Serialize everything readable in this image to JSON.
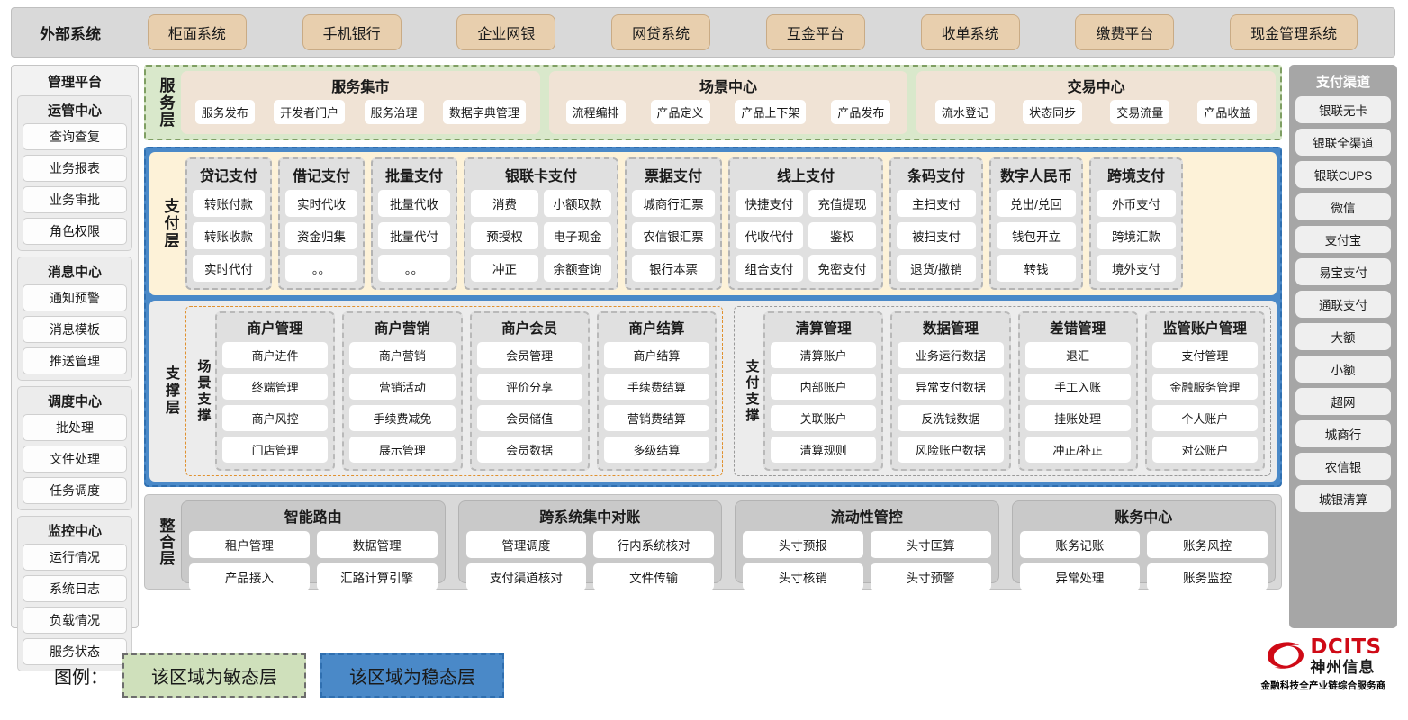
{
  "external": {
    "title": "外部系统",
    "items": [
      "柜面系统",
      "手机银行",
      "企业网银",
      "网贷系统",
      "互金平台",
      "收单系统",
      "缴费平台",
      "现金管理系统"
    ]
  },
  "management": {
    "title": "管理平台",
    "groups": [
      {
        "title": "运管中心",
        "items": [
          "查询查复",
          "业务报表",
          "业务审批",
          "角色权限"
        ]
      },
      {
        "title": "消息中心",
        "items": [
          "通知预警",
          "消息模板",
          "推送管理"
        ]
      },
      {
        "title": "调度中心",
        "items": [
          "批处理",
          "文件处理",
          "任务调度"
        ]
      },
      {
        "title": "监控中心",
        "items": [
          "运行情况",
          "系统日志",
          "负载情况",
          "服务状态"
        ]
      }
    ]
  },
  "service_layer": {
    "tag": "服务层",
    "groups": [
      {
        "title": "服务集市",
        "chips": [
          "服务发布",
          "开发者门户",
          "服务治理",
          "数据字典管理"
        ]
      },
      {
        "title": "场景中心",
        "chips": [
          "流程编排",
          "产品定义",
          "产品上下架",
          "产品发布"
        ]
      },
      {
        "title": "交易中心",
        "chips": [
          "流水登记",
          "状态同步",
          "交易流量",
          "产品收益"
        ]
      }
    ]
  },
  "payment_layer": {
    "tag": "支付层",
    "groups": [
      {
        "key": "credit",
        "title": "贷记支付",
        "cols": 1,
        "cells": [
          "转账付款",
          "转账收款",
          "实时代付"
        ]
      },
      {
        "key": "debit",
        "title": "借记支付",
        "cols": 1,
        "cells": [
          "实时代收",
          "资金归集",
          "。。"
        ]
      },
      {
        "key": "batch",
        "title": "批量支付",
        "cols": 1,
        "cells": [
          "批量代收",
          "批量代付",
          "。。"
        ]
      },
      {
        "key": "unionpay",
        "title": "银联卡支付",
        "cols": 2,
        "cells": [
          "消费",
          "小额取款",
          "预授权",
          "电子现金",
          "冲正",
          "余额查询"
        ]
      },
      {
        "key": "bill",
        "title": "票据支付",
        "cols": 1,
        "cells": [
          "城商行汇票",
          "农信银汇票",
          "银行本票"
        ]
      },
      {
        "key": "online",
        "title": "线上支付",
        "cols": 2,
        "cells": [
          "快捷支付",
          "充值提现",
          "代收代付",
          "鉴权",
          "组合支付",
          "免密支付"
        ]
      },
      {
        "key": "barcode",
        "title": "条码支付",
        "cols": 1,
        "cells": [
          "主扫支付",
          "被扫支付",
          "退货/撤销"
        ]
      },
      {
        "key": "dcep",
        "title": "数字人民币",
        "cols": 1,
        "cells": [
          "兑出/兑回",
          "钱包开立",
          "转钱"
        ]
      },
      {
        "key": "cross",
        "title": "跨境支付",
        "cols": 1,
        "cells": [
          "外币支付",
          "跨境汇款",
          "境外支付"
        ]
      }
    ]
  },
  "support_layer": {
    "tag": "支撑层",
    "scene": {
      "tag": "场景支撑",
      "cols": [
        {
          "title": "商户管理",
          "cells": [
            "商户进件",
            "终端管理",
            "商户风控",
            "门店管理"
          ]
        },
        {
          "title": "商户营销",
          "cells": [
            "商户营销",
            "营销活动",
            "手续费减免",
            "展示管理"
          ]
        },
        {
          "title": "商户会员",
          "cells": [
            "会员管理",
            "评价分享",
            "会员储值",
            "会员数据"
          ]
        },
        {
          "title": "商户结算",
          "cells": [
            "商户结算",
            "手续费结算",
            "营销费结算",
            "多级结算"
          ]
        }
      ]
    },
    "paysupport": {
      "tag": "支付支撑",
      "cols": [
        {
          "title": "清算管理",
          "cells": [
            "清算账户",
            "内部账户",
            "关联账户",
            "清算规则"
          ]
        },
        {
          "title": "数据管理",
          "cells": [
            "业务运行数据",
            "异常支付数据",
            "反洗钱数据",
            "风险账户数据"
          ]
        },
        {
          "title": "差错管理",
          "cells": [
            "退汇",
            "手工入账",
            "挂账处理",
            "冲正/补正"
          ]
        },
        {
          "title": "监管账户管理",
          "cells": [
            "支付管理",
            "金融服务管理",
            "个人账户",
            "对公账户"
          ]
        }
      ]
    }
  },
  "integration_layer": {
    "tag": "整合层",
    "groups": [
      {
        "title": "智能路由",
        "rows": [
          [
            "租户管理",
            "数据管理"
          ],
          [
            "产品接入",
            "汇路计算引擎"
          ]
        ]
      },
      {
        "title": "跨系统集中对账",
        "rows": [
          [
            "管理调度",
            "行内系统核对"
          ],
          [
            "支付渠道核对",
            "文件传输"
          ]
        ]
      },
      {
        "title": "流动性管控",
        "rows": [
          [
            "头寸预报",
            "头寸匡算"
          ],
          [
            "头寸核销",
            "头寸预警"
          ]
        ]
      },
      {
        "title": "账务中心",
        "rows": [
          [
            "账务记账",
            "账务风控"
          ],
          [
            "异常处理",
            "账务监控"
          ]
        ]
      }
    ]
  },
  "channels": {
    "title": "支付渠道",
    "items": [
      "银联无卡",
      "银联全渠道",
      "银联CUPS",
      "微信",
      "支付宝",
      "易宝支付",
      "通联支付",
      "大额",
      "小额",
      "超网",
      "城商行",
      "农信银",
      "城银清算"
    ]
  },
  "legend": {
    "label": "图例：",
    "agile": "该区域为敏态层",
    "stable": "该区域为稳态层",
    "agile_color": "#cfe0bb",
    "stable_color": "#4a89c8"
  },
  "logo": {
    "en": "DCITS",
    "cn": "神州信息",
    "tagline": "金融科技全产业链综合服务商",
    "brand_color": "#cf0a16"
  }
}
